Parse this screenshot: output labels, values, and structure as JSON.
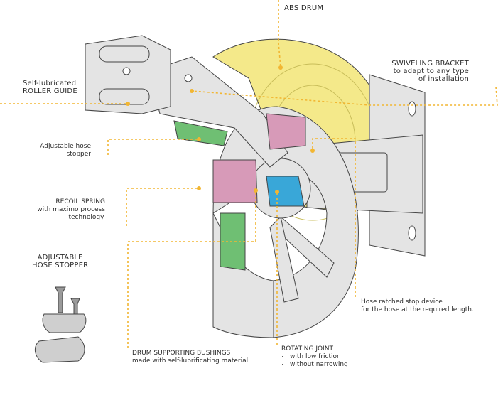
{
  "colors": {
    "accent_line": "#f2b632",
    "drum_yellow": "#f4e98a",
    "bracket_grey": "#e4e4e4",
    "part_pink": "#d79ab8",
    "part_green": "#6fbf73",
    "part_blue": "#39a7d8",
    "outline": "#444444"
  },
  "labels": {
    "abs_drum": "ABS DRUM",
    "swiveling_bracket": {
      "line1": "SWIVELING BRACKET",
      "line2": "to adapt to any type",
      "line3": "of installation"
    },
    "roller_guide": {
      "line1": "Self-lubricated",
      "line2": "ROLLER GUIDE"
    },
    "hose_stopper": {
      "line1": "Adjustable hose",
      "line2": "stopper"
    },
    "recoil_spring": {
      "line1": "RECOIL SPRING",
      "line2": "with maximo process",
      "line3": "technology."
    },
    "adjustable_hose_stopper": {
      "line1": "ADJUSTABLE",
      "line2": "HOSE STOPPER"
    },
    "ratched_stop": {
      "line1": "Hose ratched stop device",
      "line2": "for the hose at the required length."
    },
    "drum_bushings": {
      "line1": "DRUM SUPPORTING BUSHINGS",
      "line2": "made with self-lubrificating material."
    },
    "rotating_joint": {
      "title": "ROTATING JOINT",
      "bullets": [
        "with low friction",
        "without narrowing"
      ]
    }
  }
}
